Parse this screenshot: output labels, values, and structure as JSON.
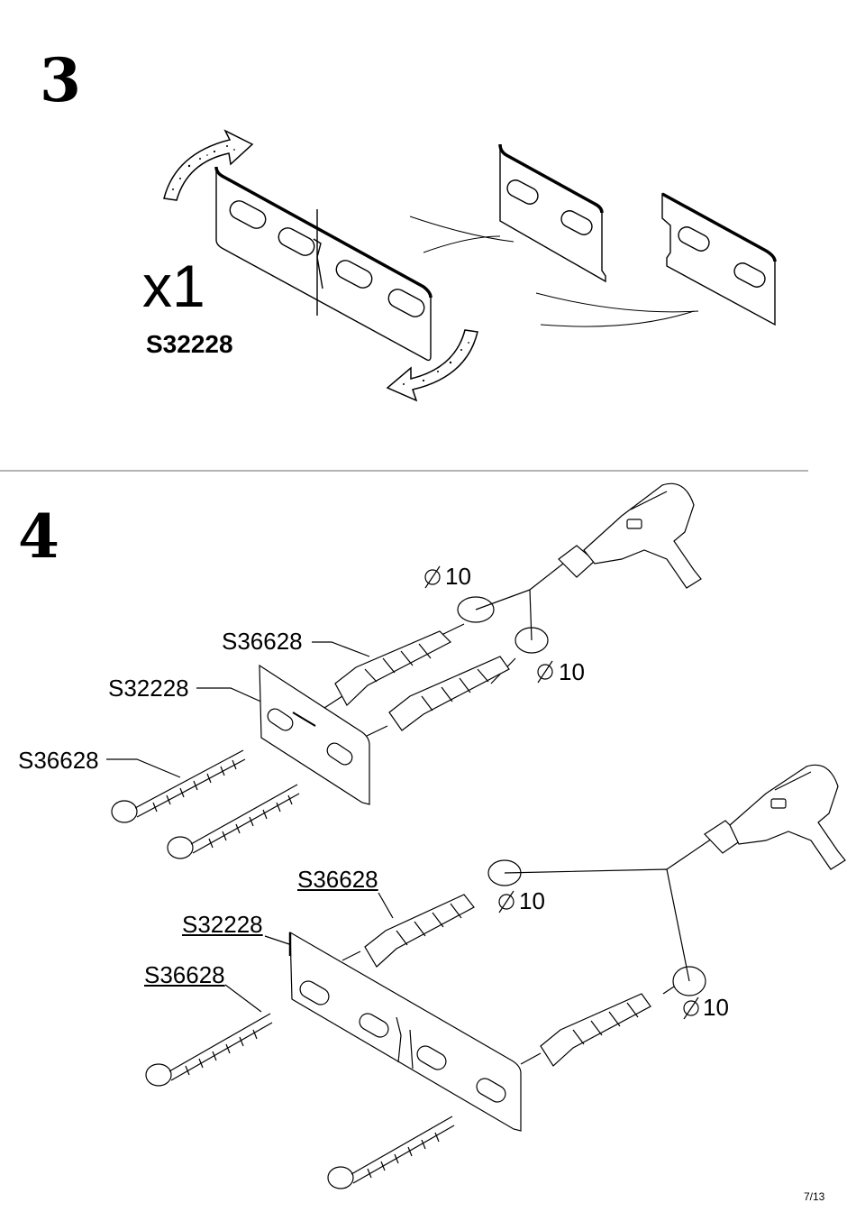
{
  "step3": {
    "number": "3",
    "quantity": "x1",
    "part_code": "S32228"
  },
  "step4": {
    "number": "4",
    "upper": {
      "dowel_label": "S36628",
      "bracket_label": "S32228",
      "screw_label": "S36628",
      "drill_dia_1": "10",
      "drill_dia_2": "10"
    },
    "lower": {
      "dowel_label": "S36628",
      "bracket_label": "S32228",
      "screw_label": "S36628",
      "drill_dia_1": "10",
      "drill_dia_2": "10"
    }
  },
  "page_number": "7/13",
  "icons": [
    "rotate-arrow-icon",
    "drill-icon",
    "diameter-symbol-icon",
    "wall-plug-icon",
    "screw-icon",
    "mounting-bracket-icon"
  ]
}
